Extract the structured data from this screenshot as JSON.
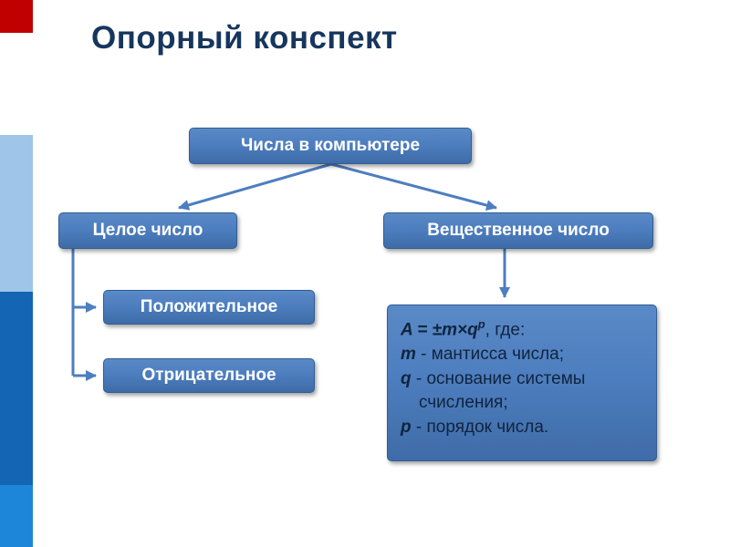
{
  "slide": {
    "title": "Опорный конспект",
    "colors": {
      "title": "#17365d",
      "box_fill": "#4d7ebf",
      "box_border": "#2f5e93",
      "box_text": "#ffffff",
      "formula_text": "#10243e",
      "connector": "#4d7ebf",
      "red_square": "#c00000",
      "strip_light": "#9fc5e8",
      "strip_dark": "#1465b3",
      "strip_bright": "#1e86d9"
    }
  },
  "diagram": {
    "root_label": "Числа в компьютере",
    "integer_label": "Целое число",
    "real_label": "Вещественное число",
    "positive_label": "Положительное",
    "negative_label": "Отрицательное",
    "formula": {
      "head_var": "A = ±m×q",
      "head_sup": "p",
      "head_rest": ", где:",
      "line_m_var": "m",
      "line_m_rest": " - мантисса числа;",
      "line_q_var": "q",
      "line_q_rest": " - основание системы счисления;",
      "line_p_var": "p",
      "line_p_rest": " - порядок числа."
    }
  }
}
